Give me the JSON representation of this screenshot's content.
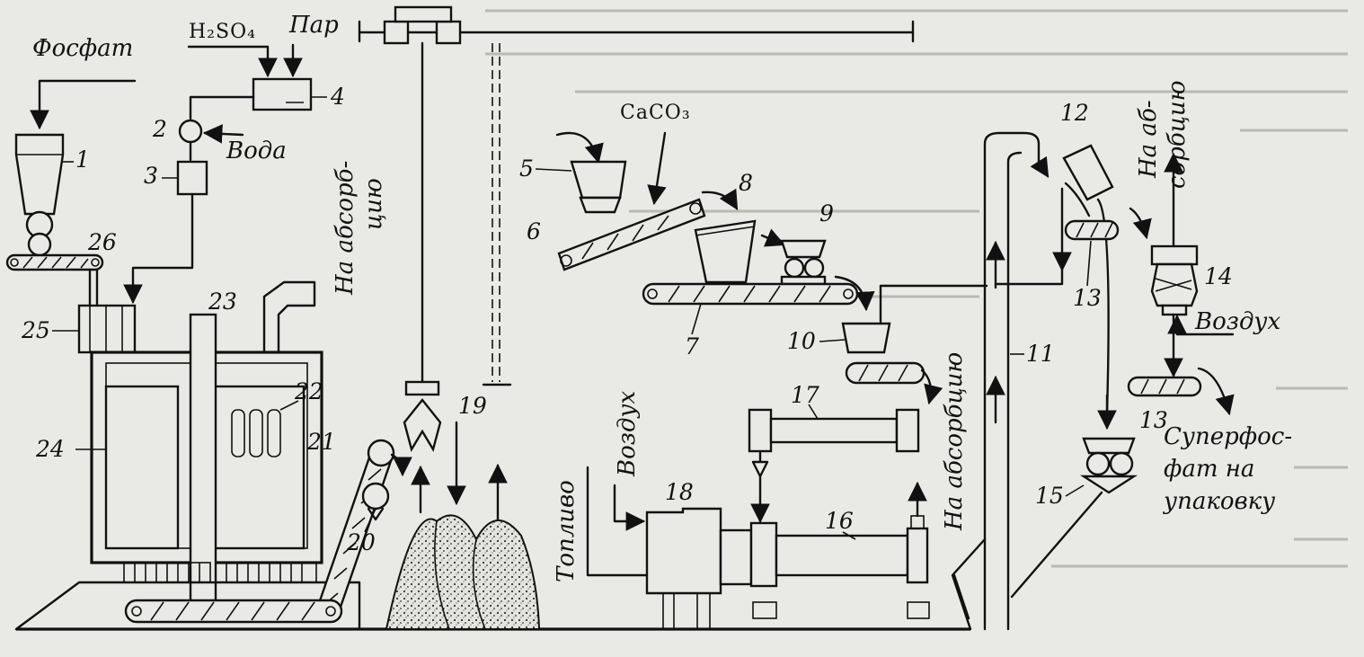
{
  "labels": {
    "phosphate": "Фосфат",
    "h2so4": "H₂SO₄",
    "steam": "Пар",
    "water": "Вода",
    "caco3": "CaCO₃",
    "to_absorption_1a": "На абсорб-",
    "to_absorption_1b": "цию",
    "to_absorption_2a": "На аб-",
    "to_absorption_2b": "сорбцию",
    "to_absorption_3": "На абсорбцию",
    "air_1": "Воздух",
    "air_2": "Воздух",
    "fuel": "Топливо",
    "product_1": "Суперфос-",
    "product_2": "фат на",
    "product_3": "упаковку"
  },
  "numbers": {
    "n1": "1",
    "n2": "2",
    "n3": "3",
    "n4": "4",
    "n5": "5",
    "n6": "6",
    "n7": "7",
    "n8": "8",
    "n9": "9",
    "n10": "10",
    "n11": "11",
    "n12": "12",
    "n13a": "13",
    "n13b": "13",
    "n14": "14",
    "n15": "15",
    "n16": "16",
    "n17": "17",
    "n18": "18",
    "n19": "19",
    "n20": "20",
    "n21": "21",
    "n22": "22",
    "n23": "23",
    "n24": "24",
    "n25": "25",
    "n26": "26"
  },
  "colors": {
    "ink": "#111111",
    "paper": "#e9e9e6"
  }
}
